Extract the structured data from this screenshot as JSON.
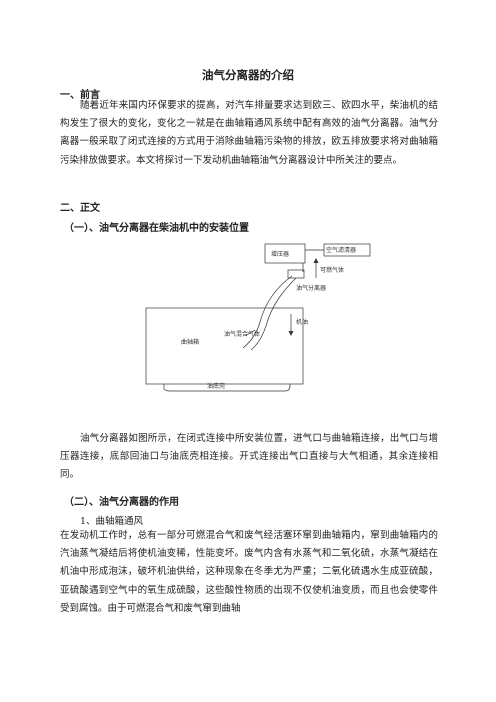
{
  "title": "油气分离器的介绍",
  "section1": {
    "heading": "一、前言",
    "paragraph": "随着近年来国内环保要求的提高，对汽车排量要求达到欧三、欧四水平，柴油机的结构发生了很大的变化，变化之一就是在曲轴箱通风系统中配有高效的油气分离器。油气分离器一般采取了闭式连接的方式用于消除曲轴箱污染物的排放，欧五排放要求将对曲轴箱污染排放做要求。本文将探讨一下发动机曲轴箱油气分离器设计中所关注的要点。"
  },
  "section2": {
    "heading": "二、正文",
    "sub1": {
      "heading": "（一）、油气分离器在柴油机中的安装位置",
      "paragraph": "油气分离器如图所示，在闭式连接中所安装位置，进气口与曲轴箱连接，出气口与增压器连接，底部回油口与油底壳相连接。开式连接出气口直接与大气相通，其余连接相同。"
    },
    "sub2": {
      "heading": "（二）、油气分离器的作用",
      "item1": "1、曲轴箱通风",
      "paragraph": "在发动机工作时，总有一部分可燃混合气和废气经活塞环窜到曲轴箱内，窜到曲轴箱内的汽油蒸气凝结后将使机油变稀，性能变坏。废气内含有水蒸气和二氧化硫，水蒸气凝结在机油中形成泡沫，破坏机油供给，这种现象在冬季尤为严重；二氧化硫遇水生成亚硫酸，亚硫酸遇到空气中的氧生成硫酸，这些酸性物质的出现不仅使机油变质，而且也会使零件受到腐蚀。由于可燃混合气和废气窜到曲轴"
    }
  },
  "diagram": {
    "turbocharger": "增压器",
    "air_filter": "空气滤清器",
    "combustible_gas": "可燃气体",
    "separator": "油气分离器",
    "oil_return": "机油",
    "mixture": "油气混合气体",
    "crankcase": "曲轴箱",
    "oil_pan": "油底壳"
  }
}
